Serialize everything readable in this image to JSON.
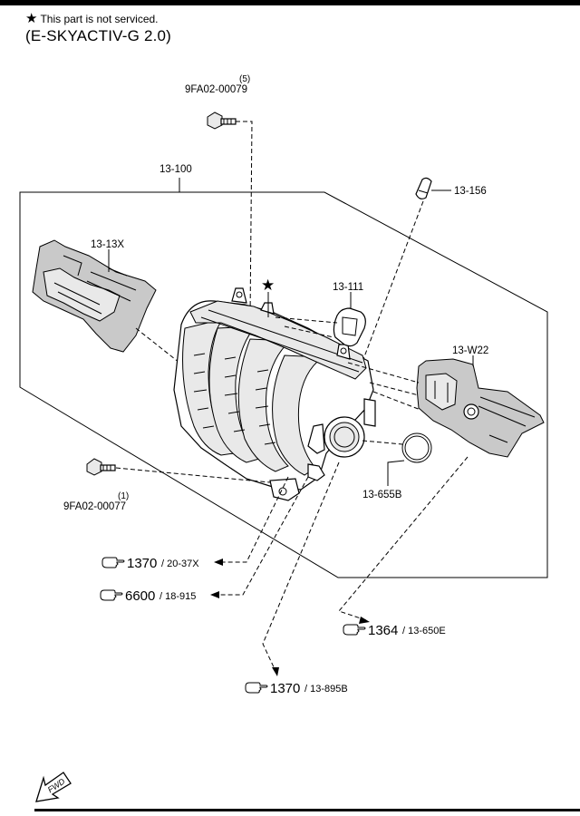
{
  "header": {
    "note_symbol": "★",
    "note_text": "This part is not serviced.",
    "variant": "(E-SKYACTIV-G 2.0)"
  },
  "parts": {
    "p_bolt_top_qty": "(5)",
    "p_bolt_top": "9FA02-00079",
    "p_assembly": "13-100",
    "p_plug": "13-156",
    "p_cover_left": "13-13X",
    "p_gasket_small": "13-111",
    "p_cover_right": "13-W22",
    "p_gasket_round": "13-655B",
    "p_bolt_low_qty": "(1)",
    "p_bolt_low": "9FA02-00077",
    "p_star": "★"
  },
  "references": [
    {
      "num": "1370",
      "sub": "/ 20-37X"
    },
    {
      "num": "6600",
      "sub": "/ 18-915"
    },
    {
      "num": "1364",
      "sub": "/ 13-650E"
    },
    {
      "num": "1370",
      "sub": "/ 13-895B"
    }
  ],
  "icons": {
    "reference": "pointing-hand-icon",
    "front": "fwd-arrow-icon"
  },
  "fwd_label": "FWD"
}
